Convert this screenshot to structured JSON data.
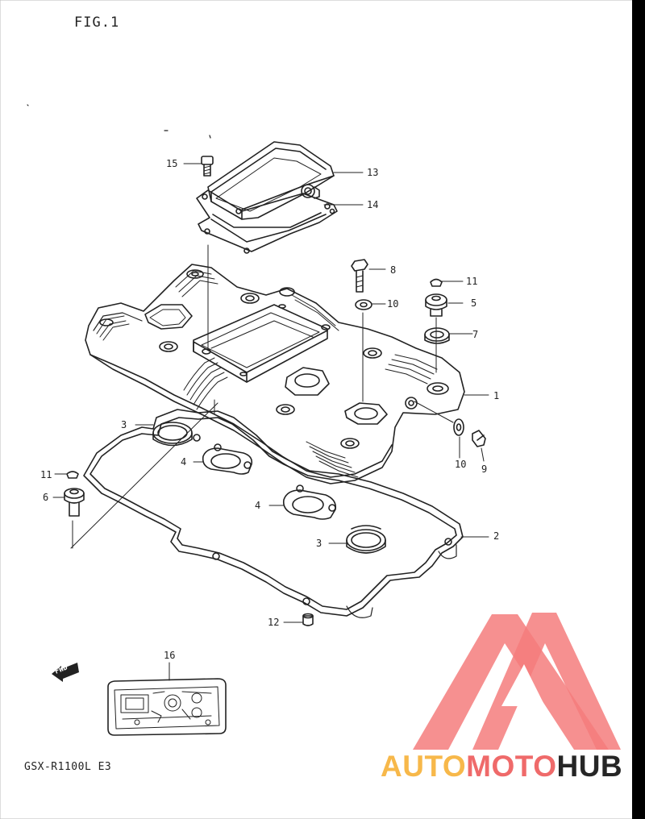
{
  "figure_title": "FIG.1",
  "model_code": "GSX-R1100L E3",
  "front_marker": "FWD",
  "watermark": {
    "part1": "AUTO",
    "part2": "MOTO",
    "part3": "HUB",
    "colors": {
      "auto": "#f7b84a",
      "moto": "#ef6a6a",
      "hub": "#262626",
      "logo": "#f47c7c"
    }
  },
  "callouts": {
    "c1": "1",
    "c2": "2",
    "c3a": "3",
    "c3b": "3",
    "c4a": "4",
    "c4b": "4",
    "c5": "5",
    "c6": "6",
    "c7": "7",
    "c8": "8",
    "c9": "9",
    "c10a": "10",
    "c10b": "10",
    "c11a": "11",
    "c11b": "11",
    "c12": "12",
    "c13": "13",
    "c14": "14",
    "c15": "15",
    "c16": "16"
  }
}
